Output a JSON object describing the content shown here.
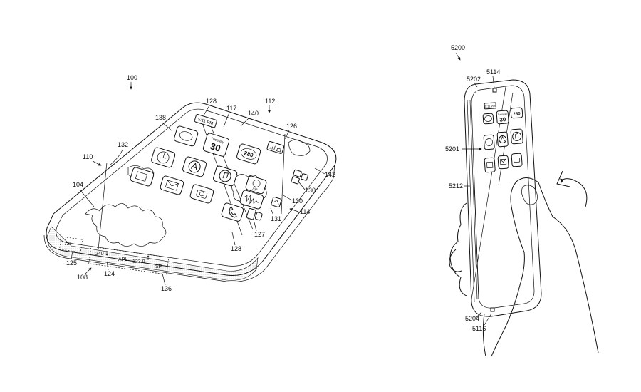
{
  "figure_left": {
    "refs": {
      "r100": "100",
      "r110": "110",
      "r132": "132",
      "r138": "138",
      "r104": "104",
      "r128a": "128",
      "r117": "117",
      "r140": "140",
      "r112": "112",
      "r126": "126",
      "r142": "142",
      "r130a": "130",
      "r130b": "130",
      "r114": "114",
      "r131": "131",
      "r127": "127",
      "r128b": "128",
      "r125": "125",
      "r124": "124",
      "r108": "108",
      "r136": "136"
    },
    "screen": {
      "time": "5:11 PM",
      "day": "Tuesday",
      "date": "30",
      "big_number": "280",
      "temp_small": "73°",
      "temp_edge": "72°",
      "count": "240",
      "stock_name": "APL",
      "stock_value": "123.0",
      "sp": "SP"
    }
  },
  "figure_right": {
    "refs": {
      "r5200": "5200",
      "r5202": "5202",
      "r5114": "5114",
      "r5201": "5201",
      "r5212": "5212",
      "r5204": "5204",
      "r5116": "5116"
    },
    "screen": {
      "time": "5:11 PM",
      "day": "Tuesday",
      "date": "30",
      "big_number": "280"
    }
  }
}
